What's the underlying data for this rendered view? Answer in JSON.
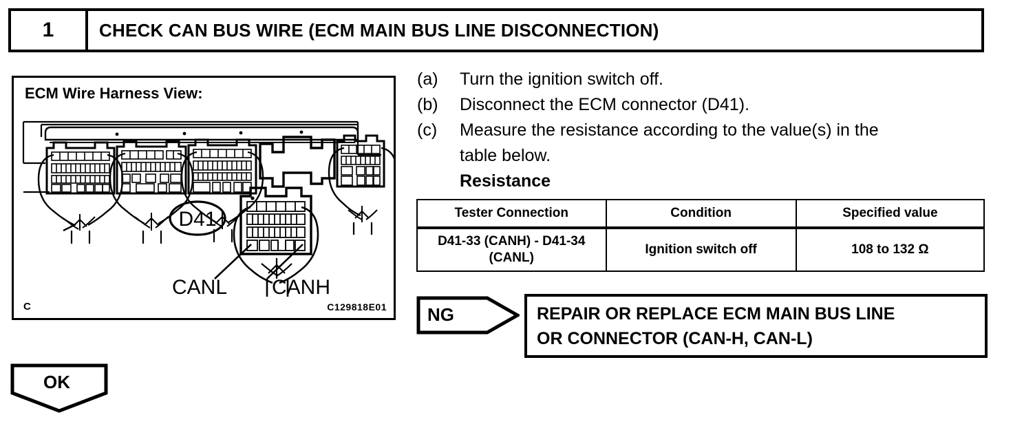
{
  "step": {
    "number": "1",
    "title": "CHECK CAN BUS WIRE (ECM MAIN BUS LINE DISCONNECTION)"
  },
  "figure": {
    "caption": "ECM Wire Harness View:",
    "corner_mark": "C",
    "code": "C129818E01",
    "connector_label": "D41",
    "wire_label_left": "CANL",
    "wire_label_right": "CANH"
  },
  "procedure": {
    "items": [
      {
        "marker": "(a)",
        "text": "Turn the ignition switch off."
      },
      {
        "marker": "(b)",
        "text": "Disconnect the ECM connector (D41)."
      },
      {
        "marker": "(c)",
        "text": "Measure the resistance according to the value(s) in the"
      }
    ],
    "continuation": "table below.",
    "subheading": "Resistance"
  },
  "table": {
    "headers": [
      "Tester Connection",
      "Condition",
      "Specified value"
    ],
    "rows": [
      {
        "tester_connection_line1": "D41-33 (CANH) - D41-34",
        "tester_connection_line2": "(CANL)",
        "condition": "Ignition switch off",
        "specified_value": "108 to 132 Ω"
      }
    ]
  },
  "branches": {
    "ng": {
      "badge": "NG",
      "result_line1": "REPAIR OR REPLACE ECM MAIN BUS LINE",
      "result_line2": "OR CONNECTOR (CAN-H, CAN-L)"
    },
    "ok": {
      "badge": "OK"
    }
  },
  "colors": {
    "ink": "#000000",
    "paper": "#ffffff"
  }
}
